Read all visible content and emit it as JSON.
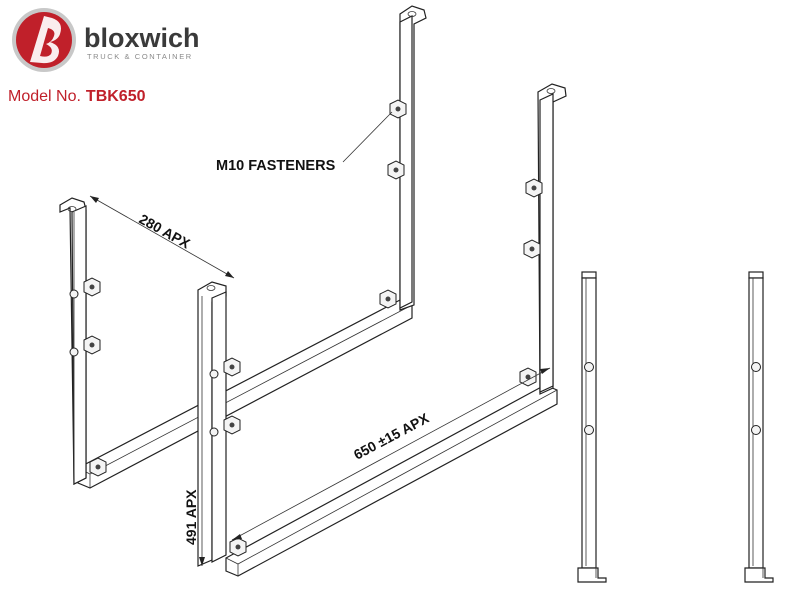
{
  "brand": {
    "name": "bloxwich",
    "tagline": "TRUCK & CONTAINER",
    "logo_color": "#c0202a"
  },
  "model": {
    "label": "Model No.",
    "value": "TBK650"
  },
  "annotations": {
    "fasteners": "M10 FASTENERS",
    "width_dim": "280 APX",
    "length_dim": "650 ±15 APX",
    "height_dim": "491 APX"
  }
}
